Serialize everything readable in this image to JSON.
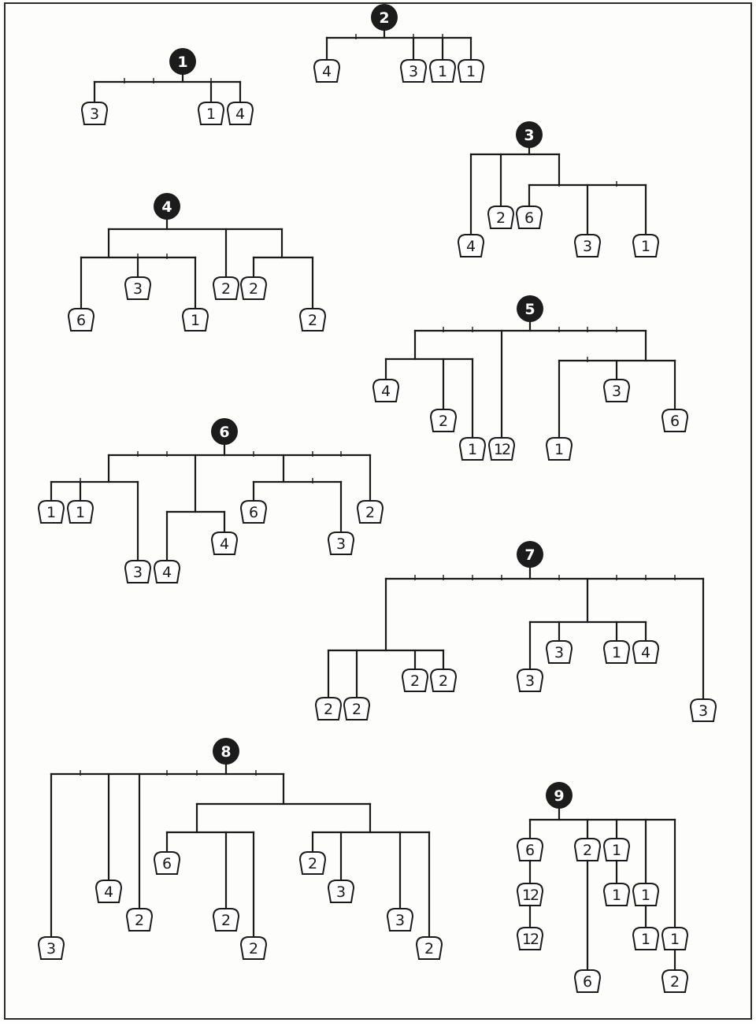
{
  "puzzles": [
    {
      "id": "1",
      "number": "1",
      "weights": [
        "3",
        "1",
        "4"
      ]
    },
    {
      "id": "2",
      "number": "2",
      "weights": [
        "4",
        "3",
        "1",
        "1"
      ]
    },
    {
      "id": "3",
      "number": "3",
      "weights": [
        "4",
        "2",
        "6",
        "3",
        "1"
      ]
    },
    {
      "id": "4",
      "number": "4",
      "weights": [
        "6",
        "3",
        "1",
        "2",
        "2",
        "2"
      ]
    },
    {
      "id": "5",
      "number": "5",
      "weights": [
        "4",
        "2",
        "1",
        "12",
        "1",
        "3",
        "6"
      ]
    },
    {
      "id": "6",
      "number": "6",
      "weights": [
        "1",
        "1",
        "3",
        "4",
        "4",
        "6",
        "3",
        "2"
      ]
    },
    {
      "id": "7",
      "number": "7",
      "weights": [
        "2",
        "2",
        "2",
        "2",
        "3",
        "3",
        "1",
        "4",
        "3"
      ]
    },
    {
      "id": "8",
      "number": "8",
      "weights": [
        "3",
        "4",
        "2",
        "6",
        "2",
        "2",
        "2",
        "3",
        "3",
        "2"
      ]
    },
    {
      "id": "9",
      "number": "9",
      "weights": [
        "6",
        "12",
        "12",
        "2",
        "6",
        "1",
        "1",
        "1",
        "1",
        "1",
        "2"
      ]
    }
  ]
}
